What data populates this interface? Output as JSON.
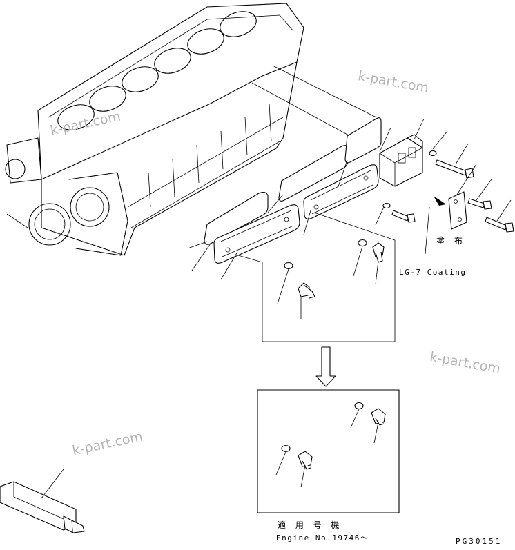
{
  "figure": {
    "coating_label_jp": "塗 布",
    "coating_label_en": "LG-7 Coating",
    "applicability_label_jp": "適 用 号 機",
    "engine_serial_label": "Engine No.19746～",
    "drawing_code": "PG30151"
  },
  "watermarks": [
    "k-part.com",
    "k-part.com",
    "k-part.com",
    "k-part.com"
  ],
  "icons": {
    "arrow": "down-arrow-icon"
  }
}
